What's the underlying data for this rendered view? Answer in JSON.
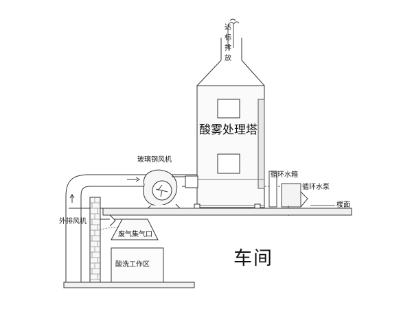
{
  "labels": {
    "discharge": "达标排放",
    "tower": "酸雾处理塔",
    "fan_frp": "玻璃钢风机",
    "water_tank": "循环水箱",
    "water_pump": "循环水泵",
    "floor": "楼面",
    "exhaust_fan": "外排风机",
    "gas_inlet": "废气集气口",
    "work_area": "酸洗工作区",
    "workshop": "车间"
  },
  "colors": {
    "line": "#333333",
    "fill_light": "#f2f2f2",
    "fill_pipe": "#e9e9e9",
    "brick": "#f5f5f5"
  }
}
